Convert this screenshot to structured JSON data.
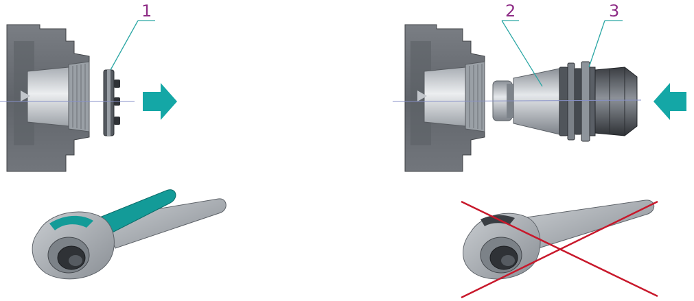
{
  "callouts": [
    {
      "number": "1"
    },
    {
      "number": "2"
    },
    {
      "number": "3"
    }
  ],
  "arrows": [
    {
      "direction": "right",
      "icon": "arrow-right-icon"
    },
    {
      "direction": "left",
      "icon": "arrow-left-icon"
    }
  ],
  "wrench_panels": [
    {
      "state": "correct",
      "handle_accent": "teal"
    },
    {
      "state": "incorrect",
      "mark": "cross-out"
    }
  ],
  "colors": {
    "metal_dark": "#666a70",
    "metal_mid": "#8f959c",
    "metal_light": "#c6cbd0",
    "accent_teal": "#139b98",
    "arrow_teal": "#14a7a6",
    "callout_text": "#8e2c86",
    "leader_line": "#2aa6a4",
    "axis_line": "#8790c8",
    "cross_red": "#c8182b"
  }
}
